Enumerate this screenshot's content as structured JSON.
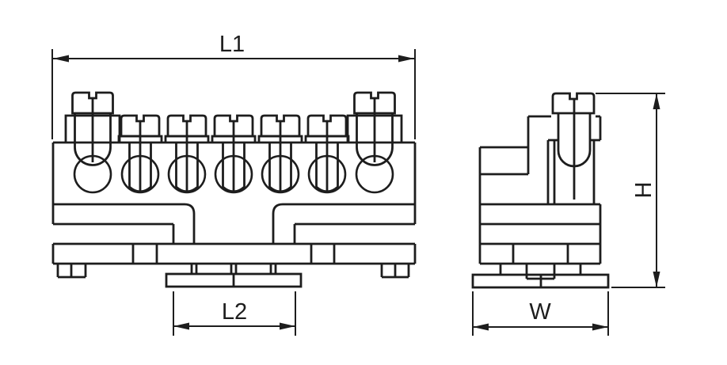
{
  "page": {
    "background": "#ffffff",
    "line_color": "#1d1d1d",
    "drawing_type": "terminal-block-engineering-drawing"
  },
  "dimensions": {
    "l1": "L1",
    "l2": "L2",
    "h": "H",
    "w": "W"
  },
  "front_view": {
    "terminal_count": 7,
    "screw_count": 7,
    "tall_screw_positions": [
      1,
      7
    ]
  },
  "side_view": {
    "screw_count": 1
  }
}
